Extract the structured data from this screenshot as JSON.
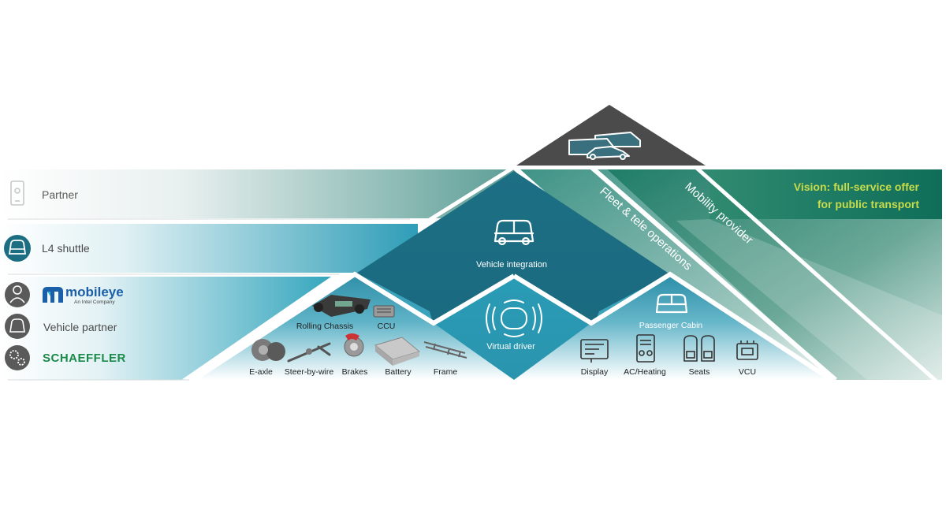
{
  "rows": {
    "partner": "Partner",
    "shuttle": "L4 shuttle",
    "vehicle_partner": "Vehicle partner",
    "mobileye_logo": "mobileye",
    "mobileye_sub": "An Intel Company",
    "schaeffler_logo": "SCHAEFFLER"
  },
  "layers": {
    "vehicle_integration": "Vehicle integration",
    "virtual_driver": "Virtual driver",
    "fleet_ops": "Fleet & tele operations",
    "mobility_provider": "Mobility provider"
  },
  "vision": {
    "line1": "Vision:  full-service offer",
    "line2": "for public transport"
  },
  "components_left": {
    "rolling_chassis": "Rolling Chassis",
    "ccu": "CCU",
    "e_axle": "E-axle",
    "steer_by_wire": "Steer-by-wire",
    "brakes": "Brakes",
    "battery": "Battery",
    "frame": "Frame"
  },
  "components_right": {
    "passenger_cabin": "Passenger Cabin",
    "display": "Display",
    "ac_heating": "AC/Heating",
    "seats": "Seats",
    "vcu": "VCU"
  },
  "colors": {
    "dark_teal": "#1a6e82",
    "mid_teal": "#2a93ad",
    "light_teal": "#37a6bd",
    "green": "#1a7a5e",
    "apex_gray": "#4a4a4a",
    "vision_text": "#c8dc4a",
    "schaeffler_green": "#1a8a4a",
    "mobileye_blue": "#1a5fa8"
  }
}
